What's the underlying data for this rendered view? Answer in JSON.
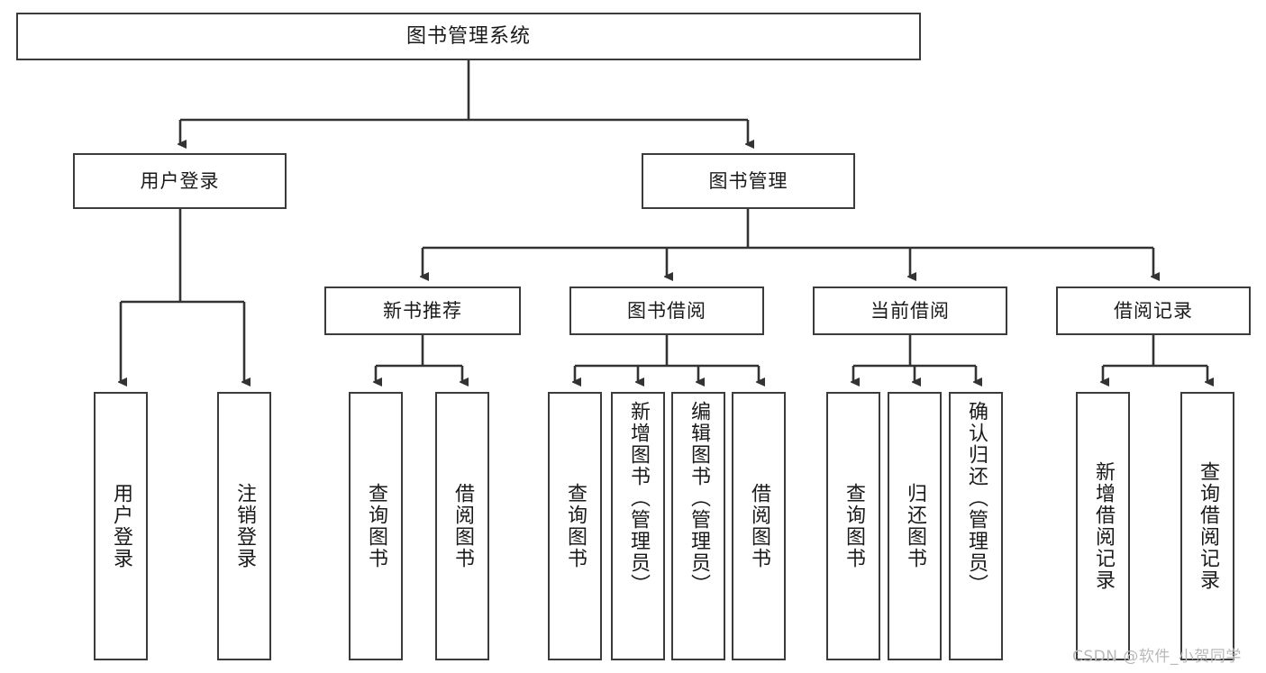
{
  "diagram": {
    "title": "图书管理系统",
    "type": "tree-hierarchy-chart",
    "root": {
      "label": "图书管理系统"
    },
    "level1": [
      {
        "label": "用户登录"
      },
      {
        "label": "图书管理"
      }
    ],
    "level2": [
      {
        "label": "新书推荐"
      },
      {
        "label": "图书借阅"
      },
      {
        "label": "当前借阅"
      },
      {
        "label": "借阅记录"
      }
    ],
    "leaves": {
      "user_login": [
        {
          "label": "用户登录"
        },
        {
          "label": "注销登录"
        }
      ],
      "new_book": [
        {
          "label": "查询图书"
        },
        {
          "label": "借阅图书"
        }
      ],
      "book_borrow": [
        {
          "label": "查询图书"
        },
        {
          "label": "新增图书（管理员）"
        },
        {
          "label": "编辑图书（管理员）"
        },
        {
          "label": "借阅图书"
        }
      ],
      "current_borrow": [
        {
          "label": "查询图书"
        },
        {
          "label": "归还图书"
        },
        {
          "label": "确认归还（管理员）"
        }
      ],
      "borrow_record": [
        {
          "label": "新增借阅记录"
        },
        {
          "label": "查询借阅记录"
        }
      ]
    }
  },
  "watermark": {
    "text": "CSDN @软件_小贺同学"
  },
  "colors": {
    "box_border": "#3b3b3b",
    "box_fill": "#ffffff",
    "edge": "#333333",
    "text": "#1a1a1a",
    "watermark": "#b9b9b9",
    "background": "#ffffff"
  }
}
